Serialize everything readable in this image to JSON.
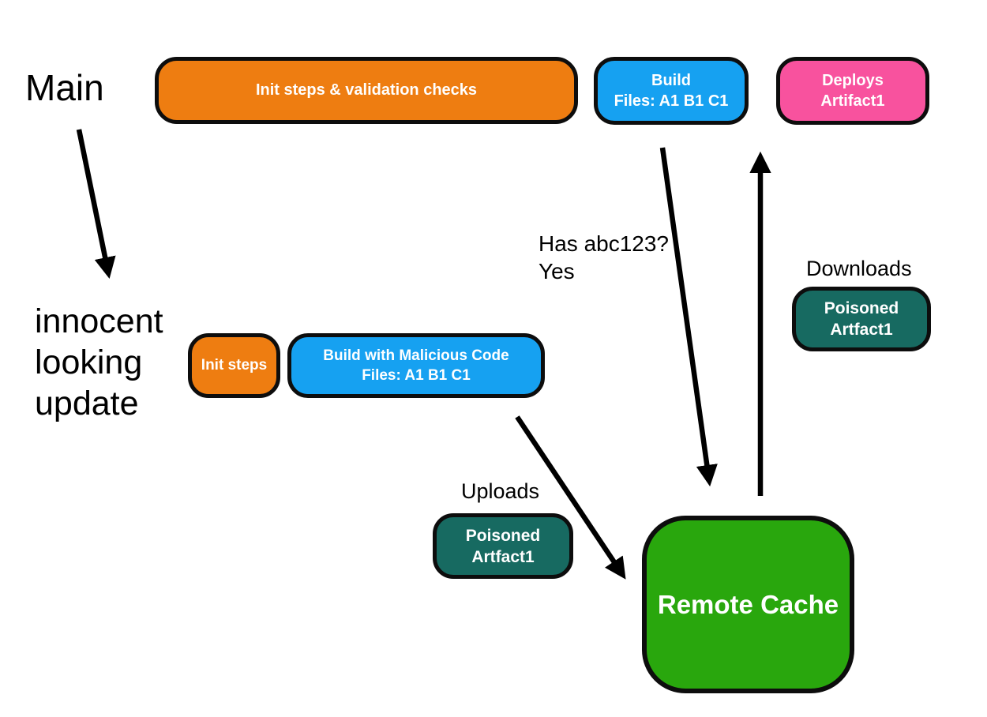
{
  "labels": {
    "main": "Main",
    "innocent_update": "innocent\nlooking\nupdate"
  },
  "annotations": {
    "has_abc123": "Has abc123?\nYes",
    "uploads": "Uploads",
    "downloads": "Downloads"
  },
  "nodes": {
    "init_validation": {
      "text": "Init steps & validation checks",
      "color": "#EE7D11"
    },
    "build_clean": {
      "text": "Build\nFiles: A1 B1 C1",
      "color": "#16A1F1"
    },
    "deploys_artifact": {
      "text": "Deploys\nArtifact1",
      "color": "#F8529E"
    },
    "init_steps": {
      "text": "Init steps",
      "color": "#EE7D11"
    },
    "build_malicious": {
      "text": "Build with Malicious Code\nFiles: A1 B1 C1",
      "color": "#16A1F1"
    },
    "poisoned_upload": {
      "text": "Poisoned\nArtfact1",
      "color": "#176A61"
    },
    "poisoned_download": {
      "text": "Poisoned\nArtfact1",
      "color": "#176A61"
    },
    "remote_cache": {
      "text": "Remote Cache",
      "color": "#29A70D"
    }
  },
  "colors": {
    "background": "#FFFFFF",
    "node_border": "#0D0D0D",
    "node_text": "#FFFFFF",
    "label_text": "#000000",
    "arrow": "#000000"
  }
}
